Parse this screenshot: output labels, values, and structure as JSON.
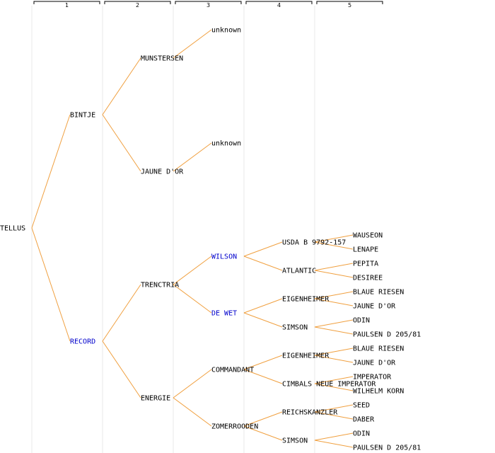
{
  "colors": {
    "edge": "#f0a040",
    "grid": "#e8e8e8",
    "text": "#000000",
    "highlight": "#0000cc"
  },
  "generations": [
    "1",
    "2",
    "3",
    "4",
    "5"
  ],
  "root": {
    "name": "TELLUS",
    "children": [
      {
        "name": "BINTJE",
        "children": [
          {
            "name": "MUNSTERSEN",
            "children": [
              {
                "name": "unknown"
              }
            ]
          },
          {
            "name": "JAUNE D'OR",
            "children": [
              {
                "name": "unknown"
              }
            ]
          }
        ]
      },
      {
        "name": "RECORD",
        "highlight": true,
        "children": [
          {
            "name": "TRENCTRIA",
            "children": [
              {
                "name": "WILSON",
                "highlight": true,
                "children": [
                  {
                    "name": "USDA B 9792-157",
                    "children": [
                      {
                        "name": "WAUSEON"
                      },
                      {
                        "name": "LENAPE"
                      }
                    ]
                  },
                  {
                    "name": "ATLANTIC",
                    "children": [
                      {
                        "name": "PEPITA"
                      },
                      {
                        "name": "DESIREE"
                      }
                    ]
                  }
                ]
              },
              {
                "name": "DE WET",
                "highlight": true,
                "children": [
                  {
                    "name": "EIGENHEIMER",
                    "children": [
                      {
                        "name": "BLAUE RIESEN"
                      },
                      {
                        "name": "JAUNE D'OR"
                      }
                    ]
                  },
                  {
                    "name": "SIMSON",
                    "children": [
                      {
                        "name": "ODIN"
                      },
                      {
                        "name": "PAULSEN D 205/81"
                      }
                    ]
                  }
                ]
              }
            ]
          },
          {
            "name": "ENERGIE",
            "children": [
              {
                "name": "COMMANDANT",
                "children": [
                  {
                    "name": "EIGENHEIMER",
                    "children": [
                      {
                        "name": "BLAUE RIESEN"
                      },
                      {
                        "name": "JAUNE D'OR"
                      }
                    ]
                  },
                  {
                    "name": "CIMBALS NEUE IMPERATOR",
                    "children": [
                      {
                        "name": "IMPERATOR"
                      },
                      {
                        "name": "WILHELM KORN"
                      }
                    ]
                  }
                ]
              },
              {
                "name": "ZOMERROODEN",
                "children": [
                  {
                    "name": "REICHSKANZLER",
                    "children": [
                      {
                        "name": "SEED"
                      },
                      {
                        "name": "DABER"
                      }
                    ]
                  },
                  {
                    "name": "SIMSON",
                    "children": [
                      {
                        "name": "ODIN"
                      },
                      {
                        "name": "PAULSEN D 205/81"
                      }
                    ]
                  }
                ]
              }
            ]
          }
        ]
      }
    ]
  }
}
